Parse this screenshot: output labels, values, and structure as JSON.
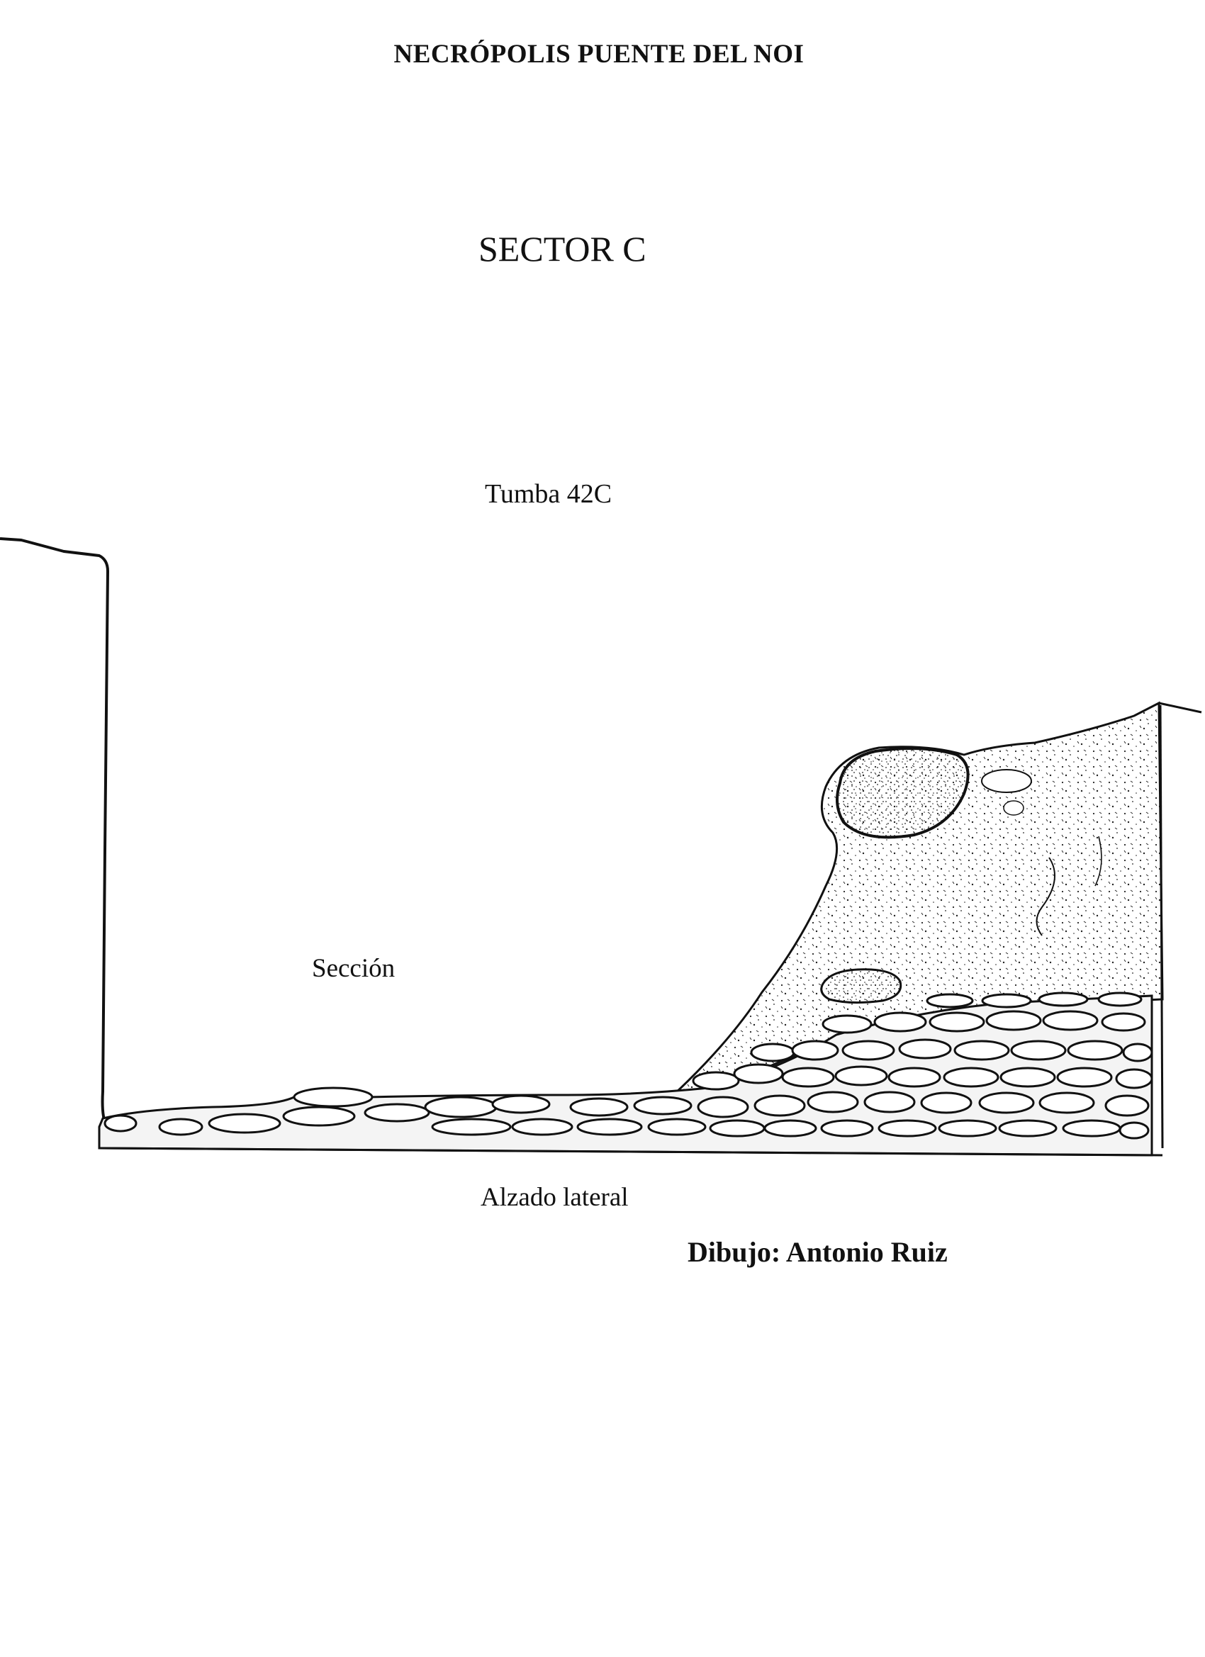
{
  "header": {
    "title": "NECRÓPOLIS PUENTE DEL NOI",
    "sector": "SECTOR C"
  },
  "drawing": {
    "tomb_label": "Tumba 42C",
    "section_label": "Sección",
    "elevation_label": "Alzado lateral",
    "credit": "Dibujo: Antonio Ruiz",
    "ink_color": "#111111",
    "background_color": "#ffffff"
  }
}
